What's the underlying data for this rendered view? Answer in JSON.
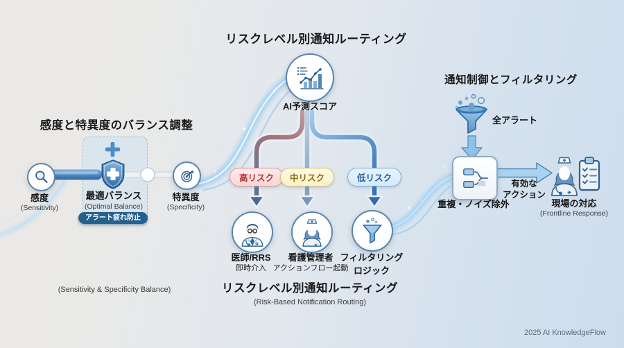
{
  "top_flow": {
    "title": "リスクレベル別通知ルーティング",
    "ai_node_label": "AI予測スコア"
  },
  "branches": [
    {
      "label": "高リスク"
    },
    {
      "label": "中リスク"
    },
    {
      "label": "低リスク"
    }
  ],
  "targets": [
    {
      "name": "医師/RRS",
      "detail": "即時介入"
    },
    {
      "name": "看護管理者",
      "detail": "アクションフロー起動"
    },
    {
      "name": "フィルタリング",
      "detail": "ロジック"
    }
  ],
  "balance_section": {
    "title": "感度と特異度のバランス調整",
    "sensitivity": {
      "label": "感度",
      "sub": "(Sensitivity)"
    },
    "optimal": {
      "label": "最適バランス",
      "sub": "(Optimal Balance)",
      "badge": "アラート疲れ防止"
    },
    "specificity": {
      "label": "特異度",
      "sub": "(Specificity)"
    },
    "caption": "(Sensitivity & Specificity Balance)"
  },
  "filter_section": {
    "title": "通知制御とフィルタリング",
    "all_alerts_label": "全アラート",
    "dedup_label": "重複・ノイズ除外",
    "action_line1": "有効な",
    "action_line2": "アクション",
    "frontline": {
      "label": "現場の対応",
      "sub": "(Frontline Response)"
    }
  },
  "bottom_caption": {
    "title": "リスクレベル別通知ルーティング",
    "sub": "(Risk-Based Notification Routing)"
  },
  "footer_text": "2025 AI KnowledgeFlow",
  "colors": {
    "high_risk_text": "#b23434",
    "high_risk_bg": "#f9d6d6",
    "high_risk_border": "#dc9494",
    "mid_risk_text": "#8a6a14",
    "mid_risk_bg": "#fcf2c8",
    "mid_risk_border": "#d9c377",
    "low_risk_text": "#1c5d9c",
    "low_risk_bg": "#d4eafb",
    "low_risk_border": "#7cabd6",
    "badge_bg": "#24608e",
    "accent_blue": "#3f7cb8"
  }
}
